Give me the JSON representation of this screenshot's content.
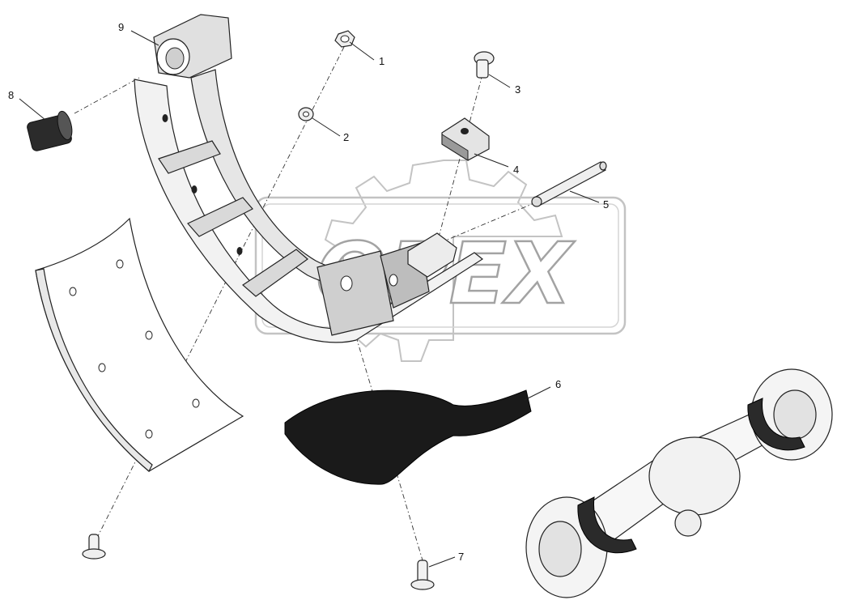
{
  "watermark": {
    "text": "OPEX",
    "color": "#c8c8c8"
  },
  "callouts": [
    {
      "number": "1",
      "part": "nut"
    },
    {
      "number": "2",
      "part": "washer"
    },
    {
      "number": "3",
      "part": "bolt"
    },
    {
      "number": "4",
      "part": "retainer plate"
    },
    {
      "number": "5",
      "part": "pin"
    },
    {
      "number": "6",
      "part": "shoe web"
    },
    {
      "number": "7",
      "part": "rivet"
    },
    {
      "number": "8",
      "part": "bushing"
    },
    {
      "number": "9",
      "part": "brake shoe"
    }
  ],
  "colors": {
    "line": "#222222",
    "shade": "#d9d9d9",
    "dark": "#1a1a1a",
    "body": "#f2f2f2"
  }
}
